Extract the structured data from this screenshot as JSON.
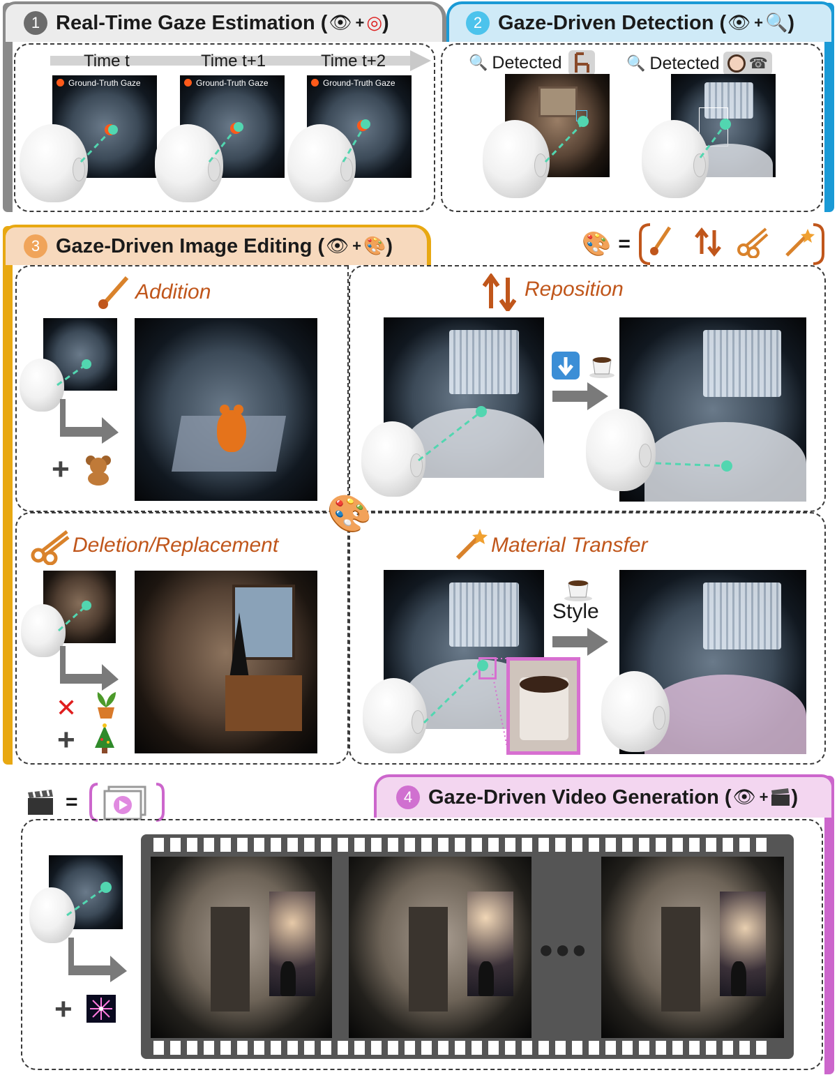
{
  "colors": {
    "panel1_accent": "#8a8a8a",
    "panel2_accent": "#1a9ad6",
    "panel2_tab_bg": "#cfeaf7",
    "panel3_accent": "#e8a812",
    "panel3_tab_bg": "#f7d9bd",
    "panel4_accent": "#cc66cc",
    "panel4_tab_bg": "#f3d6f0",
    "gaze_line": "#52d6b0",
    "edit_text": "#c0561b"
  },
  "panel1": {
    "number": "1",
    "title": "Real-Time Gaze Estimation (",
    "title_icons": [
      "eye-icon",
      "target-icon"
    ],
    "plus": "+",
    "close": ")",
    "times": [
      "Time t",
      "Time t+1",
      "Time t+2"
    ],
    "gt_label": "Ground-Truth Gaze"
  },
  "panel2": {
    "number": "2",
    "title": "Gaze-Driven Detection (",
    "title_icons": [
      "eye-icon",
      "magnifier-icon"
    ],
    "plus": "+",
    "close": ")",
    "detected_1": "Detected",
    "detected_1_icon": "chair-icon",
    "detected_2": "Detected",
    "detected_2_icons": [
      "woman-icon",
      "phone-icon"
    ]
  },
  "panel3": {
    "number": "3",
    "title": "Gaze-Driven Image Editing (",
    "title_icons": [
      "eye-icon",
      "palette-icon"
    ],
    "plus": "+",
    "close": ")",
    "legend_equals": "=",
    "legend_icons": [
      "brush-icon",
      "swap-arrows-icon",
      "scissors-icon",
      "magic-wand-icon"
    ],
    "ops": {
      "addition": {
        "title": "Addition",
        "plus": "+",
        "add_icon": "teddy-bear-icon"
      },
      "reposition": {
        "title": "Reposition",
        "icons": [
          "down-arrow-icon",
          "coffee-icon"
        ]
      },
      "deletion": {
        "title": "Deletion/Replacement",
        "remove_icon": "potted-plant-icon",
        "add_icon": "christmas-tree-icon",
        "cross": "✕",
        "plus": "+"
      },
      "material": {
        "title": "Material Transfer",
        "style_label": "Style",
        "style_icon": "coffee-icon"
      }
    }
  },
  "panel4": {
    "number": "4",
    "title": "Gaze-Driven Video Generation (",
    "title_icons": [
      "eye-icon",
      "clapper-icon"
    ],
    "plus": "+",
    "close": ")",
    "legend_equals": "=",
    "legend_icon": "video-play-icon",
    "add_icon": "fireworks-icon",
    "ellipsis": "●●●"
  }
}
